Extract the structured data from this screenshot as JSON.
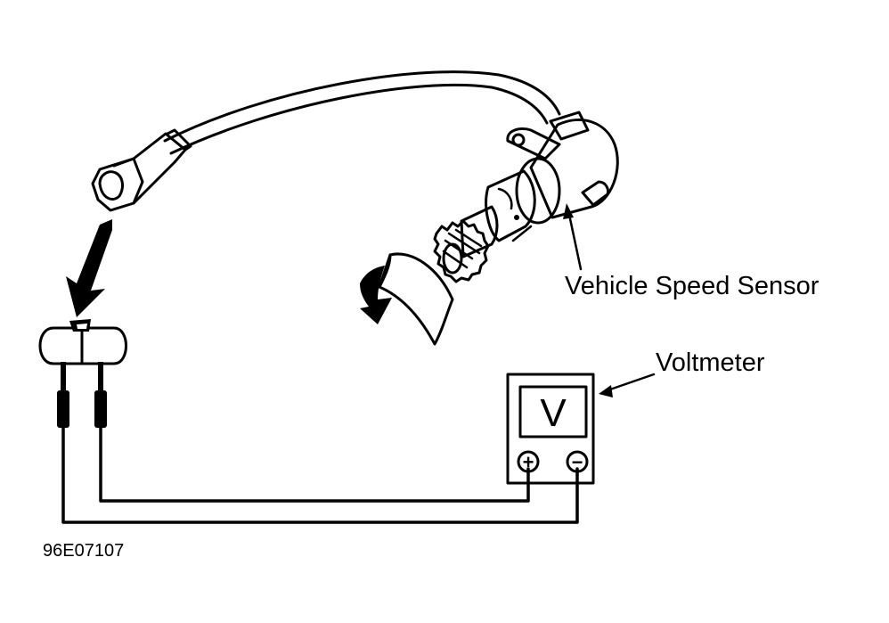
{
  "labels": {
    "sensor": "Vehicle Speed Sensor",
    "meter": "Voltmeter",
    "figure_id": "96E07107"
  },
  "voltmeter": {
    "display": "V",
    "plus_terminal": "+",
    "minus_terminal": "−"
  },
  "colors": {
    "ink": "#000000",
    "paper": "#ffffff"
  }
}
